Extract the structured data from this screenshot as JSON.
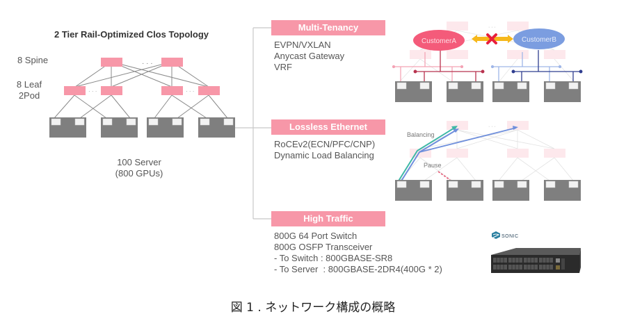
{
  "figure": {
    "topology_title": "2 Tier Rail-Optimized Clos Topology",
    "spine_label": "8 Spine",
    "leaf_label_line1": "8 Leaf",
    "leaf_label_line2": "2Pod",
    "server_label_line1": "100 Server",
    "server_label_line2": "(800 GPUs)",
    "ellipsis": "· · ·",
    "caption": "図 1 . ネットワーク構成の概略"
  },
  "features": [
    {
      "title": "Multi-Tenancy",
      "items": [
        "EVPN/VXLAN",
        "Anycast Gateway",
        "VRF"
      ]
    },
    {
      "title": "Lossless Ethernet",
      "items": [
        "RoCEv2(ECN/PFC/CNP)",
        "Dynamic Load Balancing"
      ]
    },
    {
      "title": "High Traffic",
      "items": [
        "800G 64 Port Switch",
        "800G OSFP Transceiver",
        "- To Switch : 800GBASE-SR8",
        "- To Server  : 800GBASE-2DR4(400G * 2)"
      ]
    }
  ],
  "multitenancy_diagram": {
    "customer_a": "CustomerA",
    "customer_b": "CustomerB"
  },
  "lossless_diagram": {
    "balancing_label": "Balancing",
    "pause_label": "Pause"
  },
  "high_traffic_diagram": {
    "os_logo_text": "SONIC"
  },
  "colors": {
    "switch_pink": "#f797a8",
    "switch_faint": "#fde8ec",
    "server_gray": "#7f7f7f",
    "link_gray": "#8a8a8a",
    "customer_a": "#f45b7a",
    "customer_b": "#7b9de0",
    "tenant_a_light": "#f4a3b5",
    "tenant_a_dark": "#b8334f",
    "tenant_b_light": "#9fb6e8",
    "tenant_b_dark": "#2f3d8f",
    "balancing_teal": "#3fb8a6",
    "balancing_blue": "#6f8fdc",
    "pause_red": "#e8506e",
    "block_red": "#e8203c",
    "arrow_yellow": "#f6b81c"
  }
}
